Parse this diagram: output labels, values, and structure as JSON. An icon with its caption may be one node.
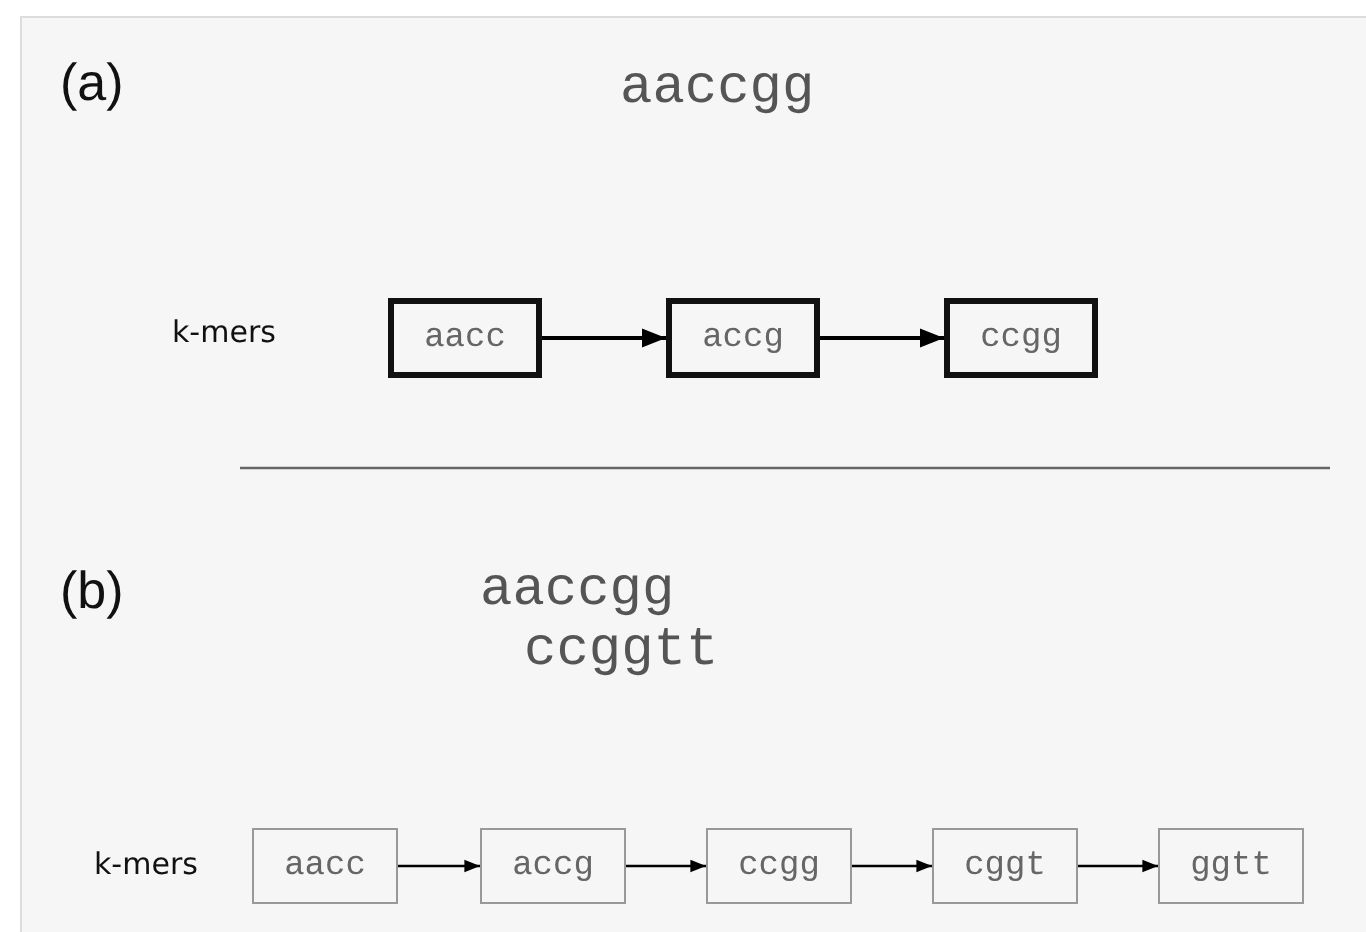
{
  "diagram": {
    "nodes": [
      {
        "text": [
          "aacc"
        ]
      },
      {
        "text": [
          "accg"
        ]
      },
      {
        "text": [
          "ccgg"
        ]
      },
      {
        "text": [
          "aacc"
        ]
      },
      {
        "text": [
          "accg"
        ]
      },
      {
        "text": [
          "ccgg"
        ]
      },
      {
        "text": [
          "cggt"
        ]
      },
      {
        "text": [
          "ggtt"
        ]
      }
    ],
    "edges": [
      {
        "from": 0,
        "to": 1,
        "arrow": "to"
      },
      {
        "from": 1,
        "to": 2,
        "arrow": "to"
      },
      {
        "from": 3,
        "to": 4,
        "arrow": "to"
      },
      {
        "from": 4,
        "to": 5,
        "arrow": "to"
      },
      {
        "from": 5,
        "to": 6,
        "arrow": "to"
      },
      {
        "from": 6,
        "to": 7,
        "arrow": "to"
      }
    ],
    "labels": [
      "(a)",
      "aaccgg",
      "k-mers",
      "(b)",
      "aaccgg",
      "ccggtt",
      "k-mers"
    ]
  }
}
